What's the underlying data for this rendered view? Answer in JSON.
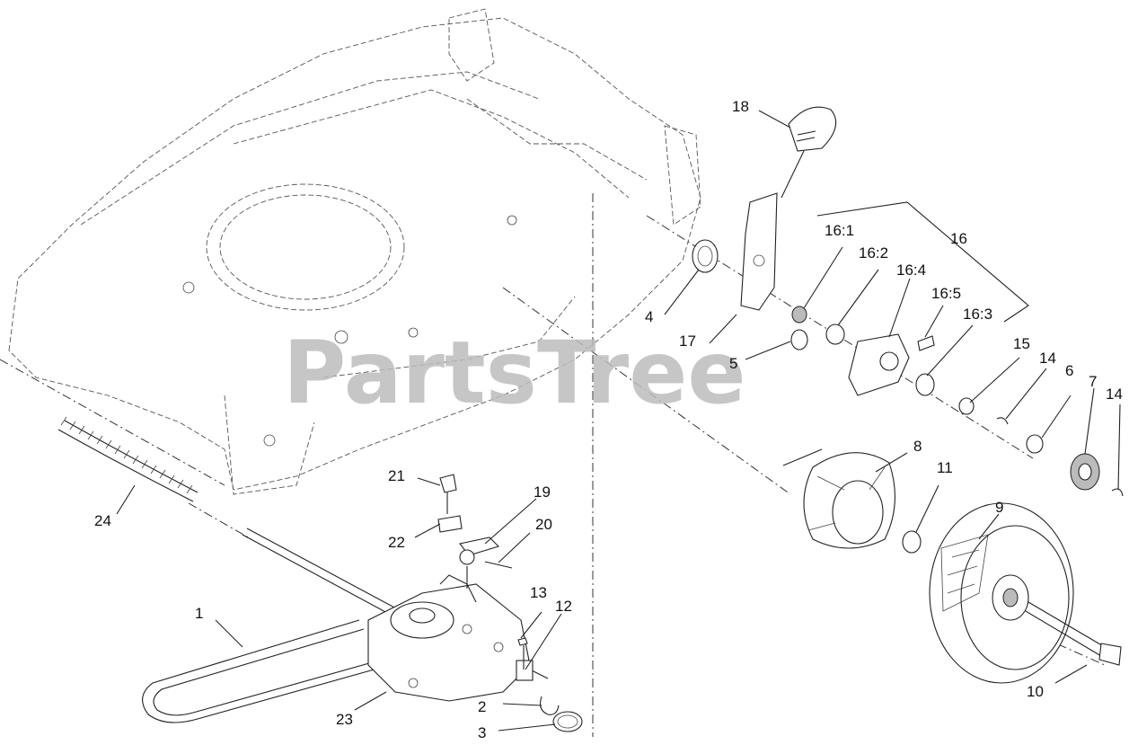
{
  "watermark": "PartsTree",
  "callouts": [
    {
      "id": "1",
      "label": "1"
    },
    {
      "id": "2",
      "label": "2"
    },
    {
      "id": "3",
      "label": "3"
    },
    {
      "id": "4",
      "label": "4"
    },
    {
      "id": "5",
      "label": "5"
    },
    {
      "id": "6",
      "label": "6"
    },
    {
      "id": "7",
      "label": "7"
    },
    {
      "id": "8",
      "label": "8"
    },
    {
      "id": "9",
      "label": "9"
    },
    {
      "id": "10",
      "label": "10"
    },
    {
      "id": "11",
      "label": "11"
    },
    {
      "id": "12",
      "label": "12"
    },
    {
      "id": "13",
      "label": "13"
    },
    {
      "id": "14a",
      "label": "14"
    },
    {
      "id": "14b",
      "label": "14"
    },
    {
      "id": "15",
      "label": "15"
    },
    {
      "id": "16",
      "label": "16"
    },
    {
      "id": "16-1",
      "label": "16:1"
    },
    {
      "id": "16-2",
      "label": "16:2"
    },
    {
      "id": "16-3",
      "label": "16:3"
    },
    {
      "id": "16-4",
      "label": "16:4"
    },
    {
      "id": "16-5",
      "label": "16:5"
    },
    {
      "id": "17",
      "label": "17"
    },
    {
      "id": "18",
      "label": "18"
    },
    {
      "id": "19",
      "label": "19"
    },
    {
      "id": "20",
      "label": "20"
    },
    {
      "id": "21",
      "label": "21"
    },
    {
      "id": "22",
      "label": "22"
    },
    {
      "id": "23",
      "label": "23"
    },
    {
      "id": "24",
      "label": "24"
    }
  ]
}
